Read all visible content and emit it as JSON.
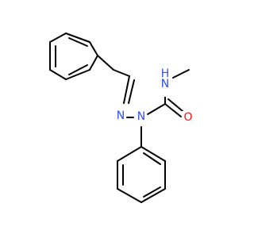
{
  "molecule": {
    "atoms": {
      "imine_n": {
        "symbol": "N",
        "color": "#3050F8"
      },
      "hydrazine_n": {
        "symbol": "N",
        "color": "#3050F8"
      },
      "amide_nh": {
        "symbol": "N",
        "hydrogen": "H",
        "color": "#3050F8"
      },
      "carbonyl_o": {
        "symbol": "O",
        "color": "#FF0D0D"
      }
    },
    "bond_color": "#000000",
    "background": "#FFFFFF"
  }
}
